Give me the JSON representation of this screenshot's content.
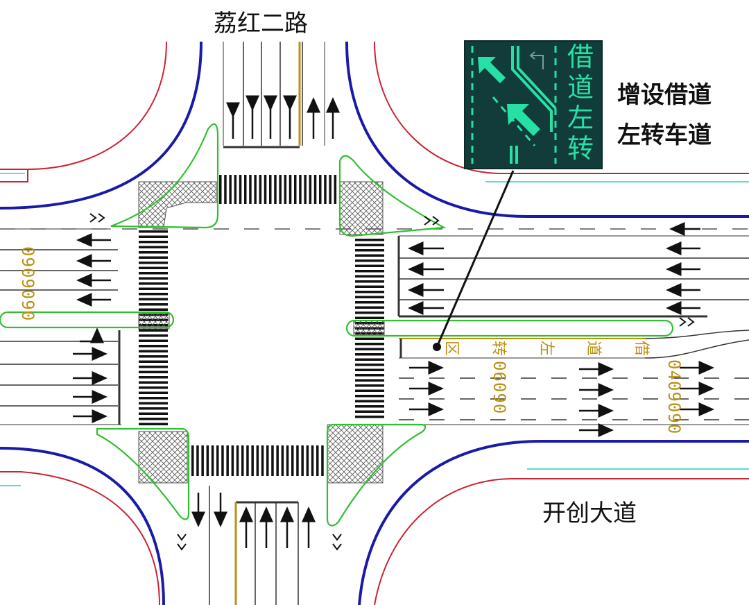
{
  "roads": {
    "north": "荔红二路",
    "east": "开创大道"
  },
  "callout": {
    "line1": "增设借道",
    "line2": "左转车道"
  },
  "sign": {
    "chars": [
      "借",
      "道",
      "左",
      "转"
    ],
    "background": "#123c3a",
    "foreground": "#27e0a6"
  },
  "markings": {
    "chainage_west": "0909090",
    "chainage_mid": "06090",
    "chainage_east": "0409090",
    "lane_text": [
      "区",
      "转",
      "左",
      "道",
      "借"
    ]
  },
  "colors": {
    "curb_blue": "#1a1aa8",
    "boundary_red": "#cc2233",
    "island_green": "#2fc02f",
    "sidewalk_cyan": "#59d8e6",
    "marking_yellow": "#b89214"
  },
  "icons": [
    "left-turn-arrow-icon",
    "straight-arrow-icon",
    "u-turn-arrow-icon"
  ]
}
